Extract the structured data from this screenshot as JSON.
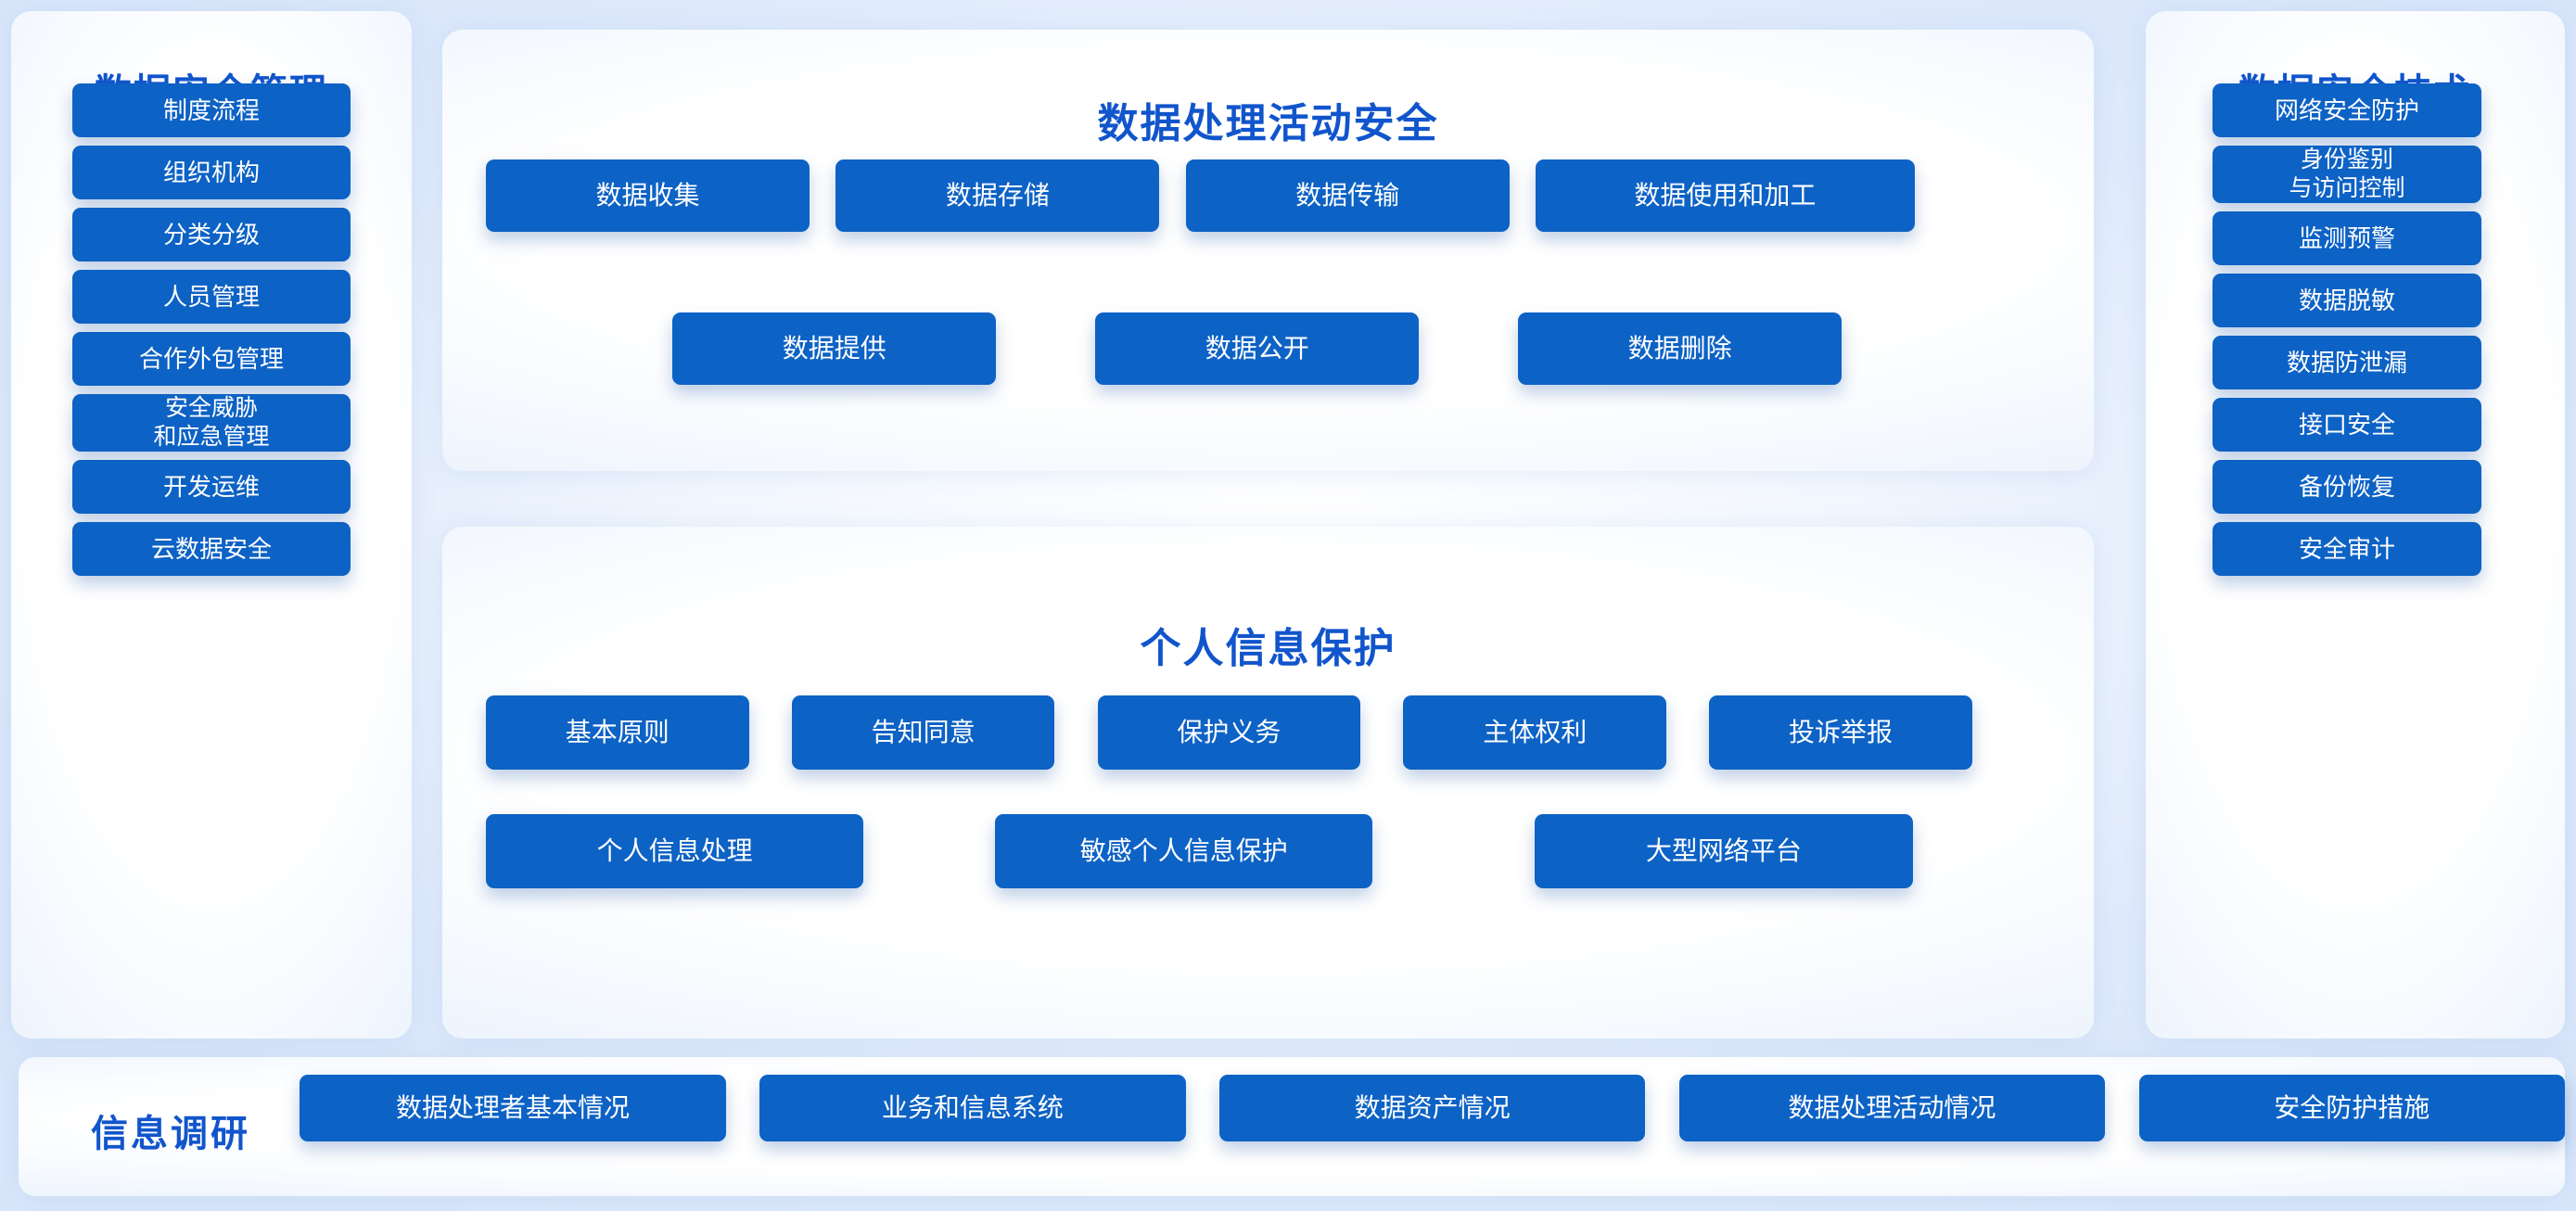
{
  "theme": {
    "page_background": "#e3edfb",
    "card_background": "#ffffff",
    "chip_fill": "#0d62c5",
    "chip_text": "#ffffff",
    "title_color": "#1155cc"
  },
  "left_panel": {
    "title": "数据安全管理",
    "items": [
      {
        "label": "制度流程",
        "lines": 1
      },
      {
        "label": "组织机构",
        "lines": 1
      },
      {
        "label": "分类分级",
        "lines": 1
      },
      {
        "label": "人员管理",
        "lines": 1
      },
      {
        "label": "合作外包管理",
        "lines": 1
      },
      {
        "label": "安全威胁\n和应急管理",
        "lines": 2
      },
      {
        "label": "开发运维",
        "lines": 1
      },
      {
        "label": "云数据安全",
        "lines": 1
      }
    ]
  },
  "center_top_panel": {
    "title": "数据处理活动安全",
    "row1": [
      {
        "label": "数据收集"
      },
      {
        "label": "数据存储"
      },
      {
        "label": "数据传输"
      },
      {
        "label": "数据使用和加工"
      }
    ],
    "row2": [
      {
        "label": "数据提供"
      },
      {
        "label": "数据公开"
      },
      {
        "label": "数据删除"
      }
    ]
  },
  "center_bottom_panel": {
    "title": "个人信息保护",
    "row1": [
      {
        "label": "基本原则"
      },
      {
        "label": "告知同意"
      },
      {
        "label": "保护义务"
      },
      {
        "label": "主体权利"
      },
      {
        "label": "投诉举报"
      }
    ],
    "row2": [
      {
        "label": "个人信息处理"
      },
      {
        "label": "敏感个人信息保护"
      },
      {
        "label": "大型网络平台"
      }
    ]
  },
  "right_panel": {
    "title": "数据安全技术",
    "items": [
      {
        "label": "网络安全防护",
        "lines": 1
      },
      {
        "label": "身份鉴别\n与访问控制",
        "lines": 2
      },
      {
        "label": "监测预警",
        "lines": 1
      },
      {
        "label": "数据脱敏",
        "lines": 1
      },
      {
        "label": "数据防泄漏",
        "lines": 1
      },
      {
        "label": "接口安全",
        "lines": 1
      },
      {
        "label": "备份恢复",
        "lines": 1
      },
      {
        "label": "安全审计",
        "lines": 1
      }
    ]
  },
  "bottom_bar": {
    "title": "信息调研",
    "items": [
      {
        "label": "数据处理者基本情况"
      },
      {
        "label": "业务和信息系统"
      },
      {
        "label": "数据资产情况"
      },
      {
        "label": "数据处理活动情况"
      },
      {
        "label": "安全防护措施"
      }
    ]
  }
}
